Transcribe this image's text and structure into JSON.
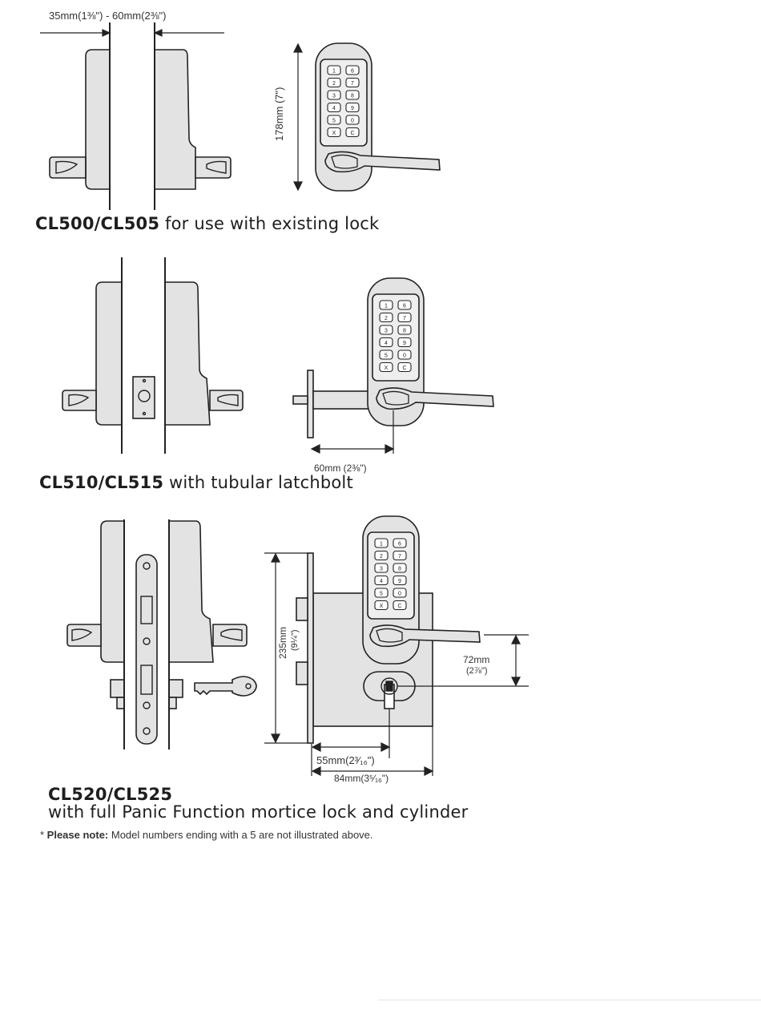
{
  "section1": {
    "door_dim": "35mm(1⅜\") - 60mm(2⅜\")",
    "height_dim": "178mm (7\")",
    "model": "CL500/CL505",
    "desc": " for use with existing lock"
  },
  "section2": {
    "backset_dim": "60mm (2⅜\")",
    "model": "CL510/CL515",
    "desc": " with tubular latchbolt"
  },
  "section3": {
    "height_dim": "235mm",
    "height_dim_imp": "(9¼\")",
    "centre_dim": "72mm",
    "centre_dim_imp": "(2⅞\")",
    "backset_dim": "55mm(2³⁄₁₆\")",
    "case_dim": "84mm(3⁵⁄₁₆\")",
    "model": "CL520/CL525",
    "desc": "with full Panic Function mortice lock and cylinder"
  },
  "keypad_keys": [
    [
      "1",
      "6"
    ],
    [
      "2",
      "7"
    ],
    [
      "3",
      "8"
    ],
    [
      "4",
      "9"
    ],
    [
      "5",
      "0"
    ],
    [
      "X",
      "C"
    ]
  ],
  "footnote": {
    "star": "* ",
    "bold": "Please note:",
    "text": " Model numbers ending with a 5 are not illustrated above."
  },
  "colors": {
    "device_fill": "#e3e3e3",
    "line": "#222222",
    "page": "#ffffff"
  }
}
